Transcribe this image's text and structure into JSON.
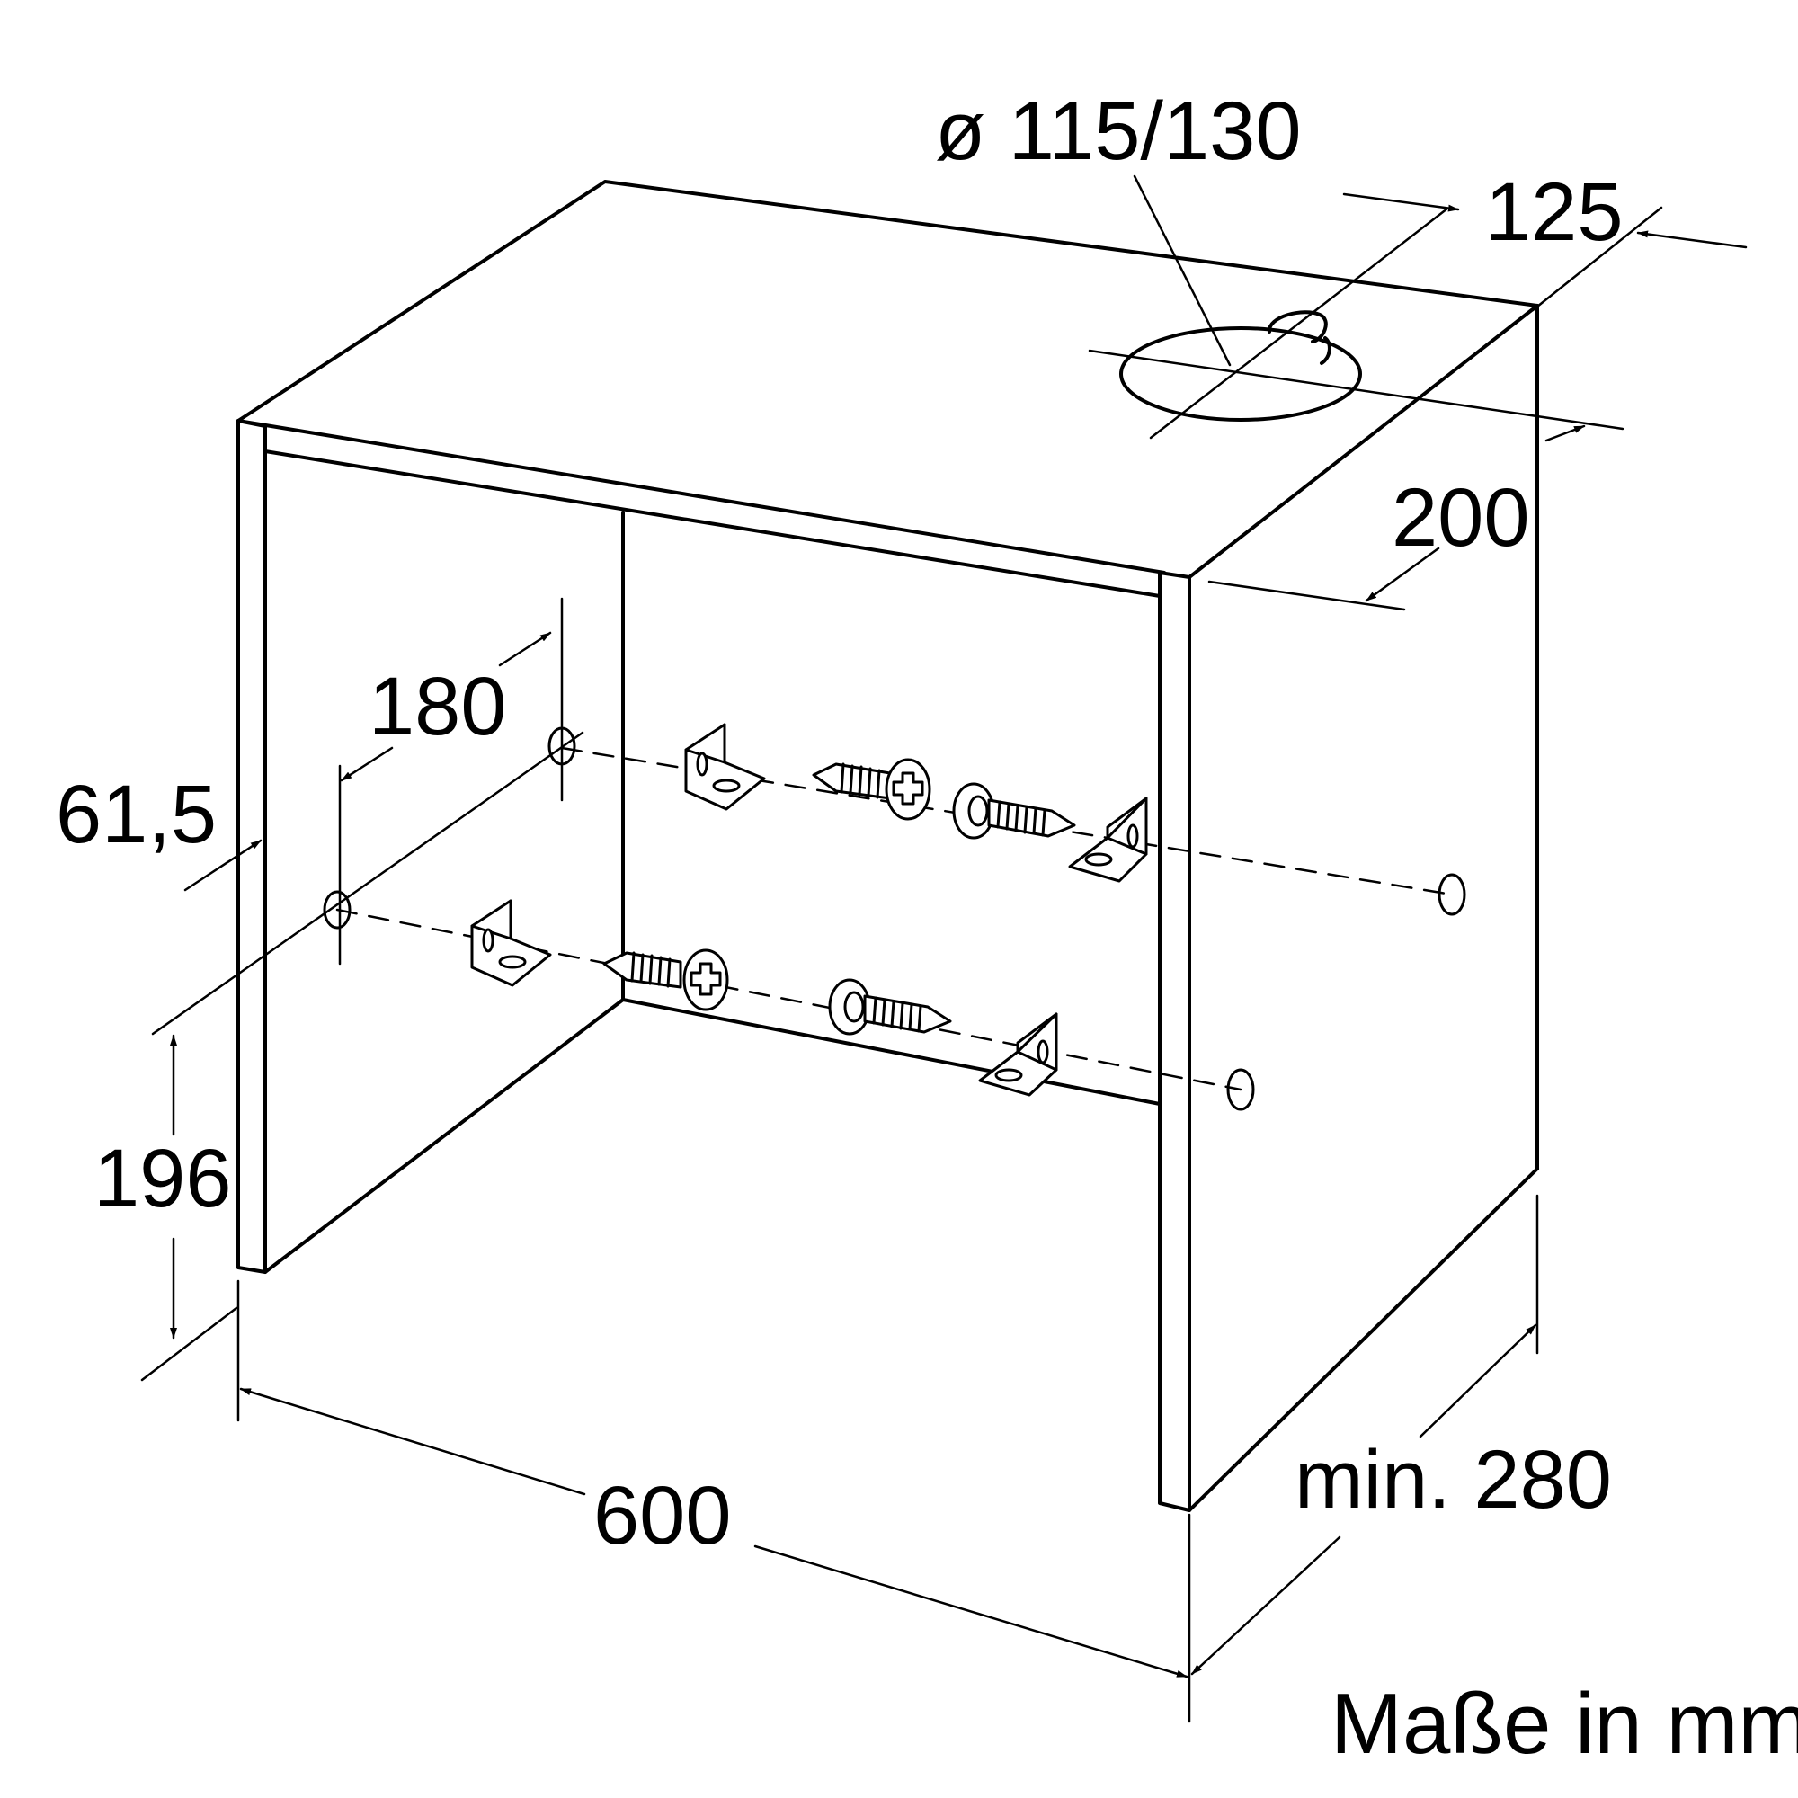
{
  "diagram": {
    "title": "",
    "dimensions": {
      "diameter": "ø 115/130",
      "d125": "125",
      "d200": "200",
      "d180": "180",
      "d615": "61,5",
      "d196": "196",
      "d600": "600",
      "min280": "min. 280"
    },
    "units_note": "Maße in mm"
  }
}
